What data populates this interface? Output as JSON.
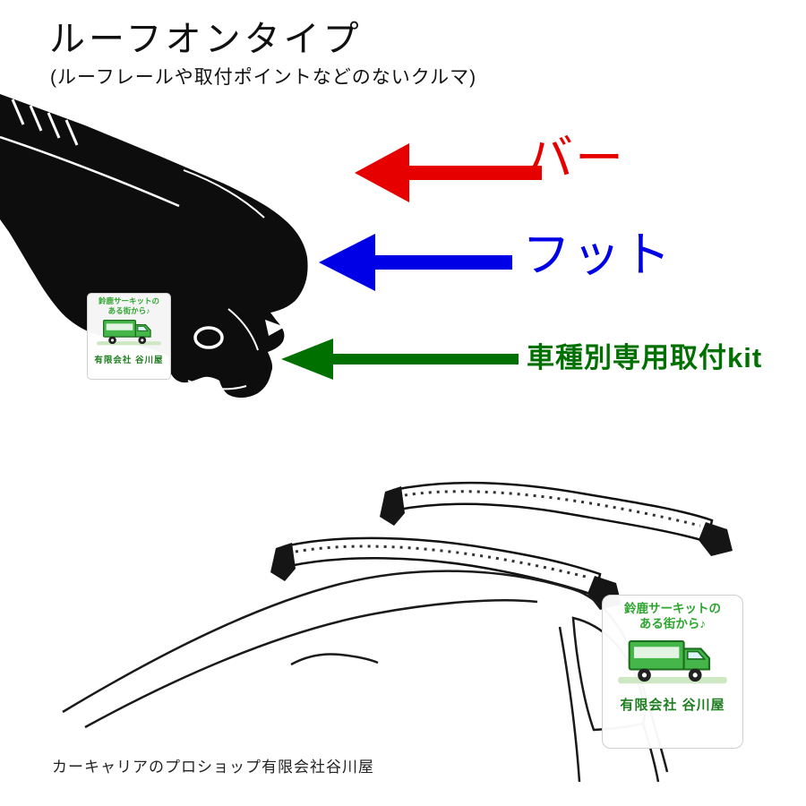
{
  "page": {
    "title": "ルーフオンタイプ",
    "subtitle": "(ルーフレールや取付ポイントなどのないクルマ)",
    "footer": "カーキャリアのプロショップ有限会社谷川屋",
    "background_color": "#ffffff"
  },
  "annotations": {
    "bar": {
      "label": "バー",
      "color": "#e60000"
    },
    "foot": {
      "label": "フット",
      "color": "#0000e6"
    },
    "kit": {
      "label": "車種別専用取付kit",
      "color": "#007000"
    }
  },
  "watermark": {
    "line1": "鈴鹿サーキットの",
    "line2": "ある街から♪",
    "company": "有限会社 谷川屋",
    "accent_color": "#2ea52e",
    "company_color": "#1e7d1e",
    "truck_icon": "truck-icon"
  },
  "figures": {
    "foot_assembly_icon": "roof-rack-foot-closeup",
    "car_roof_icon": "car-with-two-crossbars"
  }
}
